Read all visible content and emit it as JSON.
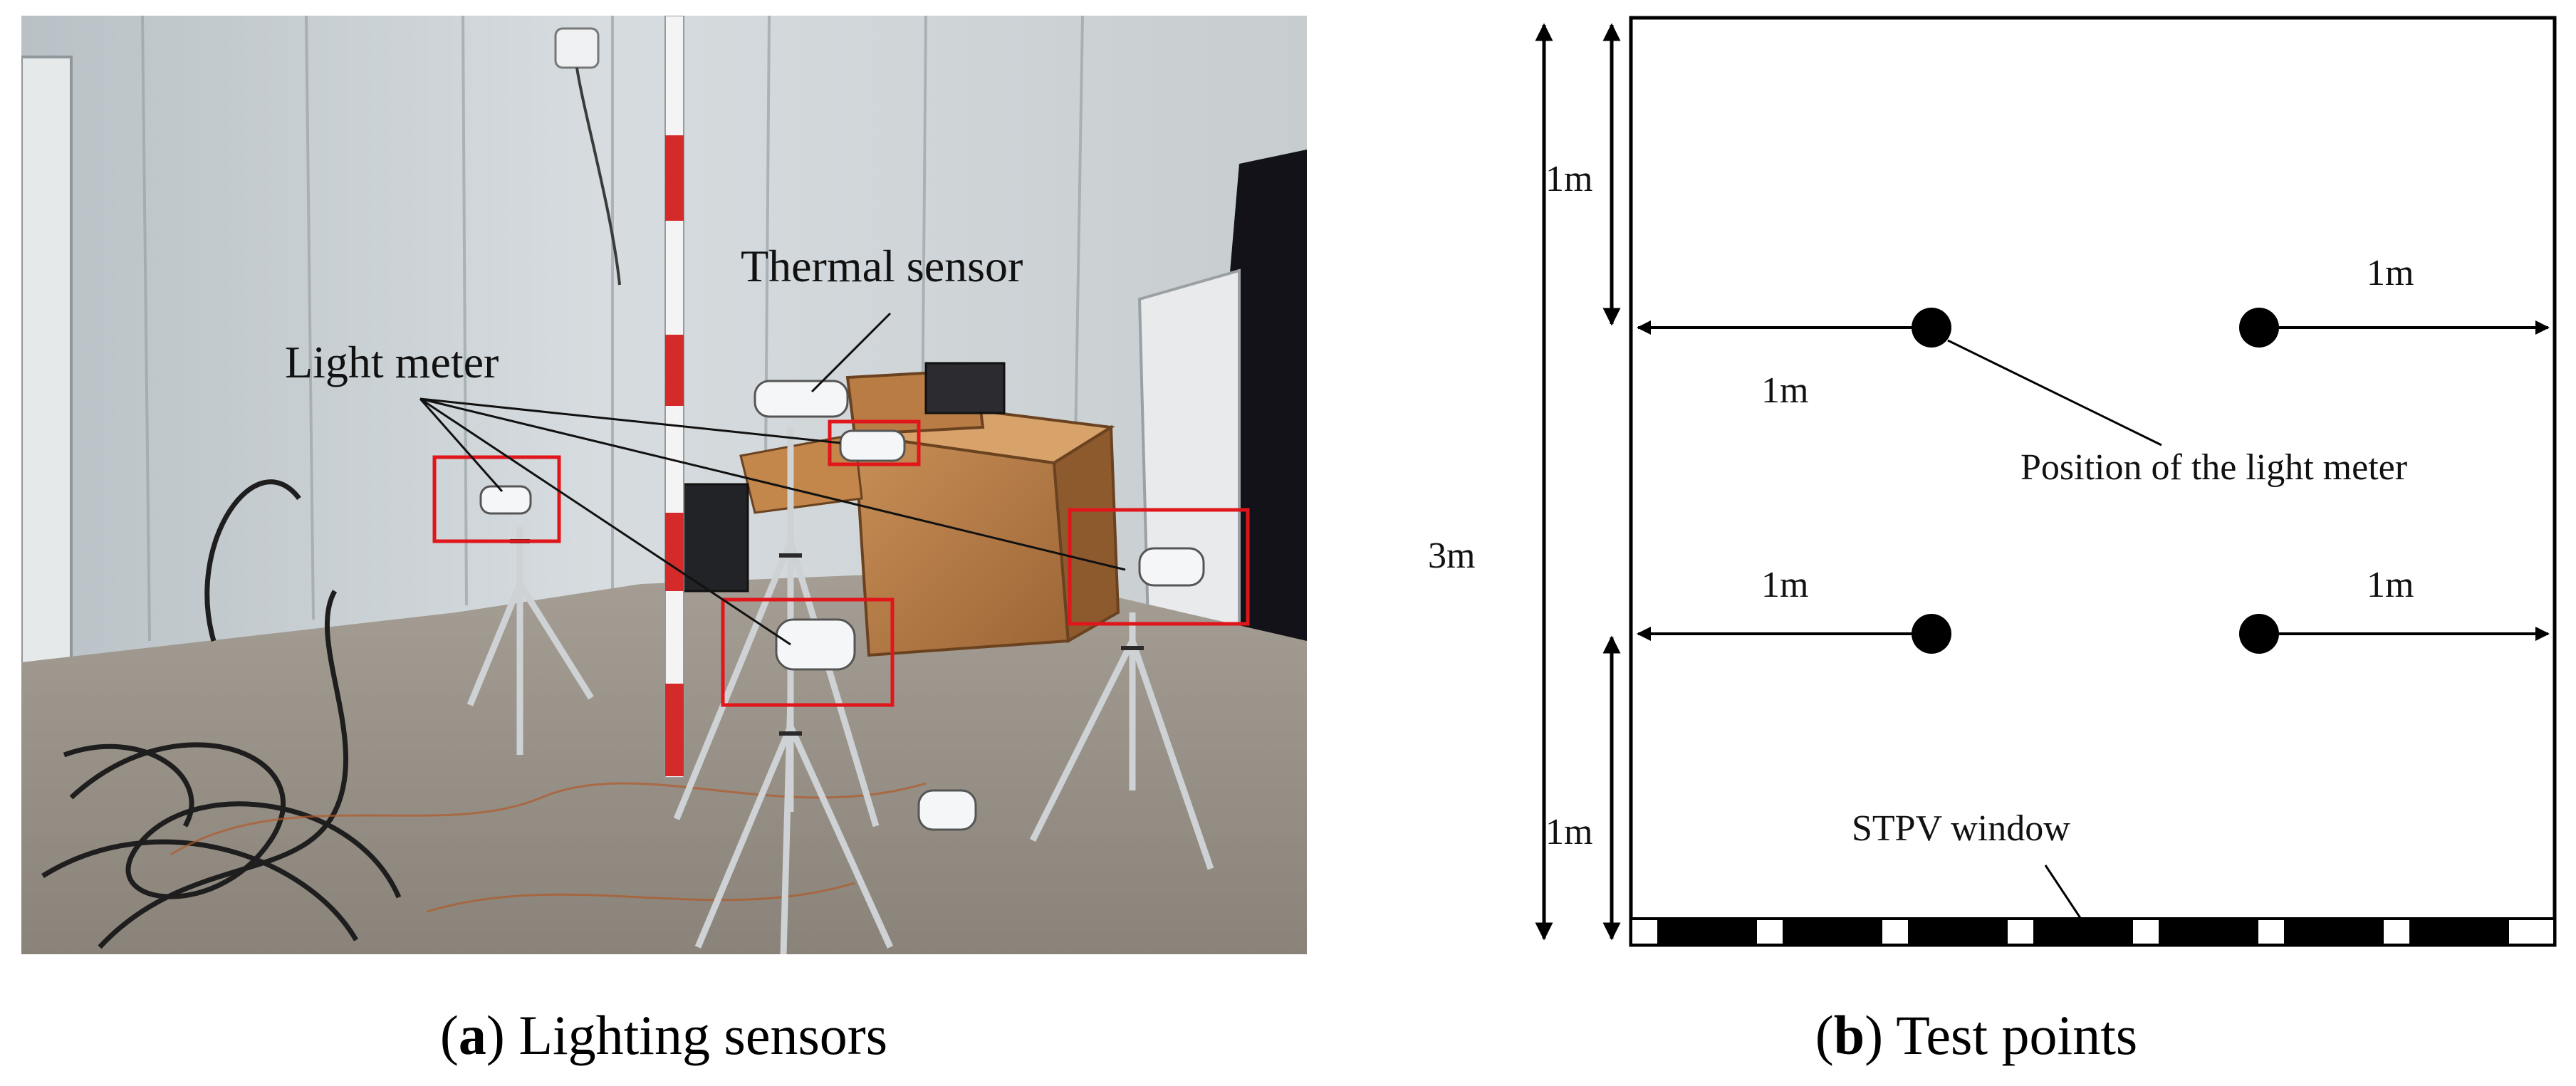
{
  "panel_a": {
    "labels": {
      "thermal_sensor": "Thermal sensor",
      "light_meter": "Light meter"
    },
    "caption": {
      "letter": "a",
      "text": "Lighting sensors"
    }
  },
  "panel_b": {
    "labels": {
      "top_1m": "1m",
      "bottom_1m": "1m",
      "height_3m": "3m",
      "upper_left_1m": "1m",
      "upper_right_1m": "1m",
      "lower_left_1m": "1m",
      "lower_right_1m": "1m",
      "position_note": "Position of  the light meter",
      "window": "STPV window"
    },
    "caption": {
      "letter": "b",
      "text": "Test points"
    }
  },
  "colors": {
    "highlight_box": "#e0161b",
    "pole_red": "#d42a2a",
    "ink": "#000000"
  }
}
